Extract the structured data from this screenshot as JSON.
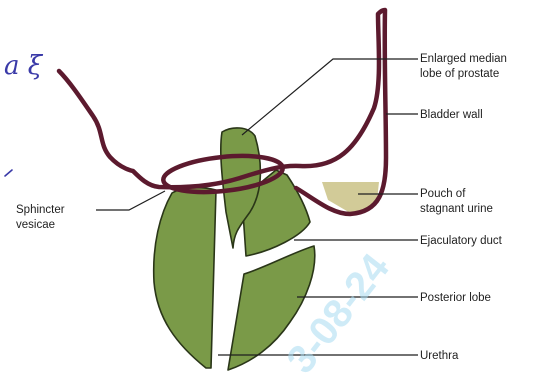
{
  "colors": {
    "lobe": "#7a9a48",
    "bladder_wall": "#5c1a2e",
    "stagnant_urine": "#d2cb98",
    "annotation_ink": "#3a3aa8",
    "watermark": "#a9dcf2"
  },
  "labels": {
    "median_lobe_line1": "Enlarged median",
    "median_lobe_line2": "lobe of prostate",
    "bladder_wall": "Bladder wall",
    "pouch_line1": "Pouch of",
    "pouch_line2": "stagnant urine",
    "ejaculatory_duct": "Ejaculatory duct",
    "posterior_lobe": "Posterior lobe",
    "urethra": "Urethra",
    "sphincter_line1": "Sphincter",
    "sphincter_line2": "vesicae"
  },
  "handwriting": "a ξ",
  "watermark": "3-08-24"
}
